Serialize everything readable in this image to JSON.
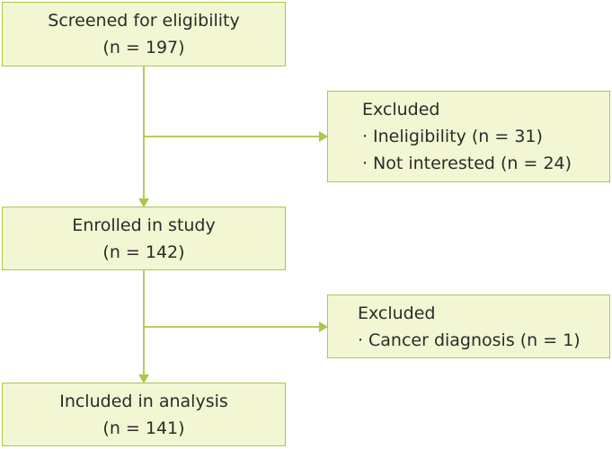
{
  "flowchart": {
    "screened": {
      "title": "Screened for eligibility",
      "count": "(n = 197)"
    },
    "excluded_1": {
      "title": "Excluded",
      "items": [
        {
          "bullet": "·",
          "text": "Ineligibility (n = 31)"
        },
        {
          "bullet": "·",
          "text": "Not interested (n = 24)"
        }
      ]
    },
    "enrolled": {
      "title": "Enrolled in study",
      "count": "(n = 142)"
    },
    "excluded_2": {
      "title": "Excluded",
      "items": [
        {
          "bullet": "·",
          "text": "Cancer diagnosis (n = 1)"
        }
      ]
    },
    "included": {
      "title": "Included in analysis",
      "count": "(n = 141)"
    }
  },
  "colors": {
    "box_fill": "#f2f6d2",
    "box_border": "#a9c84a",
    "connector": "#a9c84a",
    "text": "#2b2b2b"
  }
}
